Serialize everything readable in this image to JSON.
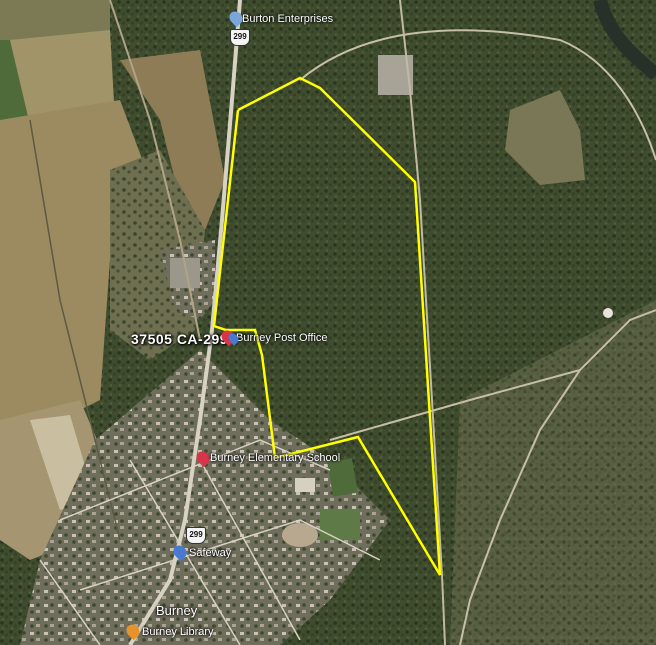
{
  "map": {
    "address_label": "37505 CA-299",
    "highway_shield": "299",
    "places": {
      "burton_enterprises": "Burton Enterprises",
      "burney_post_office": "Burney Post Office",
      "burney_elementary": "Burney Elementary School",
      "safeway": "Safeway",
      "town": "Burney",
      "burney_library": "Burney Library"
    },
    "boundary_color": "#ffff00",
    "colors": {
      "forest": "#3c4a2c",
      "field": "#9a8a62",
      "road": "#d8d2c2"
    }
  }
}
